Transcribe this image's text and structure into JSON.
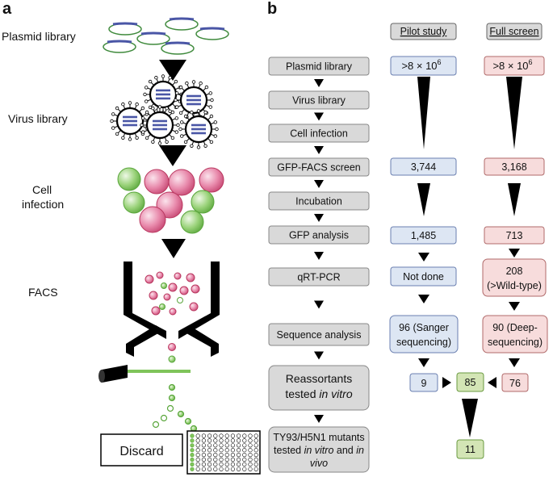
{
  "panel_a": {
    "letter": "a",
    "labels": {
      "plasmid_library": "Plasmid library",
      "virus_library": "Virus library",
      "cell_infection_1": "Cell",
      "cell_infection_2": "infection",
      "facs": "FACS",
      "discard": "Discard"
    }
  },
  "panel_b": {
    "letter": "b",
    "headers": {
      "pilot": "Pilot study",
      "full": "Full screen"
    },
    "steps": [
      "Plasmid library",
      "Virus library",
      "Cell infection",
      "GFP-FACS screen",
      "Incubation",
      "GFP analysis",
      "qRT-PCR",
      "Sequence analysis"
    ],
    "step_reassortants": {
      "line1": "Reassortants",
      "line2": "tested ",
      "line2_italic": "in vitro"
    },
    "step_mutants": {
      "line1": "TY93/H5N1 mutants",
      "line2": "tested ",
      "line2_italic": "in vitro",
      "line2_end": " and ",
      "line2_italic2": "in",
      "line3_italic": "vivo"
    },
    "pilot": {
      "library_base": ">8 × 10",
      "library_exp": "6",
      "gfp_facs": "3,744",
      "gfp_analysis": "1,485",
      "qrt_pcr": "Not done",
      "seq_line1": "96 (Sanger",
      "seq_line2": "sequencing)",
      "reassortants": "9"
    },
    "full": {
      "library_base": ">8 × 10",
      "library_exp": "6",
      "gfp_facs": "3,168",
      "gfp_analysis": "713",
      "qrt_line1": "208",
      "qrt_line2": "(>Wild-type)",
      "seq_line1": "90 (Deep-",
      "seq_line2": "sequencing)",
      "reassortants": "76"
    },
    "combined": "85",
    "mutants": "11"
  },
  "colors": {
    "step_fill": "#d9d9d9",
    "pilot_fill": "#dde6f3",
    "full_fill": "#f7dcdc",
    "combined_fill": "#d3e5b5",
    "magenta": "#d9628e",
    "green": "#7fc45a",
    "plasmid_blue": "#4a56a6",
    "plasmid_green": "#3f8a3c"
  }
}
